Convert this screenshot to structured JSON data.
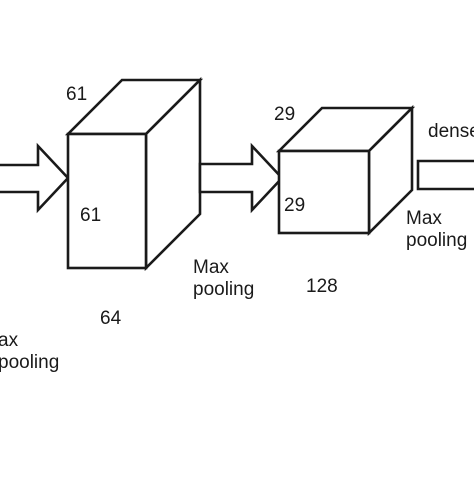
{
  "labels": {
    "left_pool": "ax pooling",
    "block1_top": "61",
    "block1_face": "61",
    "block1_bottom": "64",
    "block1_pool": "Max pooling",
    "block2_top": "29",
    "block2_face": "29",
    "block2_bottom": "128",
    "block2_pool": "Max pooling",
    "dense": "dense"
  },
  "colors": {
    "stroke": "#1a1a1a",
    "fill": "#ffffff"
  }
}
